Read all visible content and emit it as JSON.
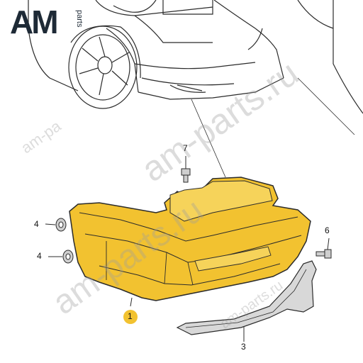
{
  "logo": {
    "brand": "AM",
    "sub": "parts"
  },
  "watermarks": [
    "am-parts.ru",
    "am-pa",
    "am-parts.ru",
    "am-parts.ru"
  ],
  "callouts": {
    "part1": "1",
    "part3": "3",
    "part4a": "4",
    "part4b": "4",
    "part6": "6",
    "part7": "7"
  },
  "colors": {
    "lamp_fill": "#f2c230",
    "lamp_highlight": "#f6d35a",
    "outline": "#2b2b2b",
    "background": "#ffffff",
    "hardware": "#cfcfcf"
  }
}
